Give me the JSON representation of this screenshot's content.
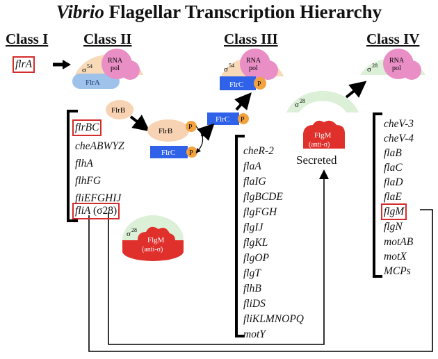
{
  "title": {
    "italic": "Vibrio",
    "rest": "Flagellar Transcription Hierarchy"
  },
  "classes": {
    "class1": "Class I",
    "class2": "Class II",
    "class3": "Class III",
    "class4": "Class IV"
  },
  "class1_gene": "flrA",
  "class2_genes": [
    "flrBC",
    "cheABWYZ",
    "flhA",
    "flhFG",
    "fliEFGHIJ",
    "fliA"
  ],
  "class2_fliA_suffix": "(σ28)",
  "class3_genes": [
    "cheR-2",
    "flaA",
    "flaIG",
    "flgBCDE",
    "flgFGH",
    "flgIJ",
    "flgKL",
    "flgOP",
    "flgT",
    "flhB",
    "fliDS",
    "fliKLMNOPQ",
    "motY"
  ],
  "class4_genes": [
    "cheV-3",
    "cheV-4",
    "flaB",
    "flaC",
    "flaD",
    "flaE",
    "flgM",
    "flgN",
    "motAB",
    "motX",
    "MCPs"
  ],
  "labels": {
    "sigma54": "σ",
    "sigma54_sup": "54",
    "sigma28": "σ",
    "sigma28_sup": "28",
    "rna": "RNA",
    "pol": "pol",
    "flrA": "FlrA",
    "flrB": "FlrB",
    "flrC": "FlrC",
    "p": "P",
    "flgM": "FlgM",
    "anti_sigma": "(anti-σ)",
    "secreted": "Secreted"
  },
  "colors": {
    "rnapol": "#e98fc6",
    "sigma54": "#f8d9b8",
    "sigma28": "#dcf0d8",
    "flrA": "#9ec2ea",
    "flrB": "#f7d3b3",
    "flrC": "#2f62e8",
    "phospho": "#f2a23e",
    "flgM": "#e0302c",
    "highlight": "#d42b2b"
  }
}
